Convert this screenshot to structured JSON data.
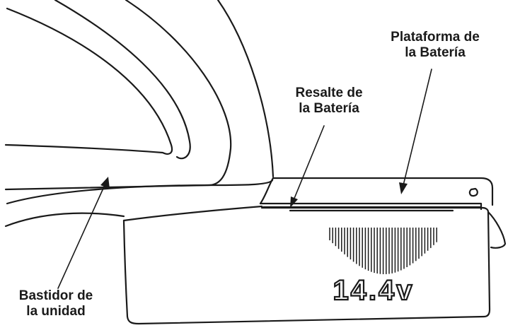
{
  "labels": {
    "plataforma": {
      "line1": "Plataforma de",
      "line2": "la Batería"
    },
    "resalte": {
      "line1": "Resalte de",
      "line2": "la Batería"
    },
    "bastidor": {
      "line1": "Bastidor de",
      "line2": "la unidad"
    }
  },
  "battery_marking": "14.4v",
  "colors": {
    "ink": "#1a1a1a",
    "background": "#ffffff"
  }
}
